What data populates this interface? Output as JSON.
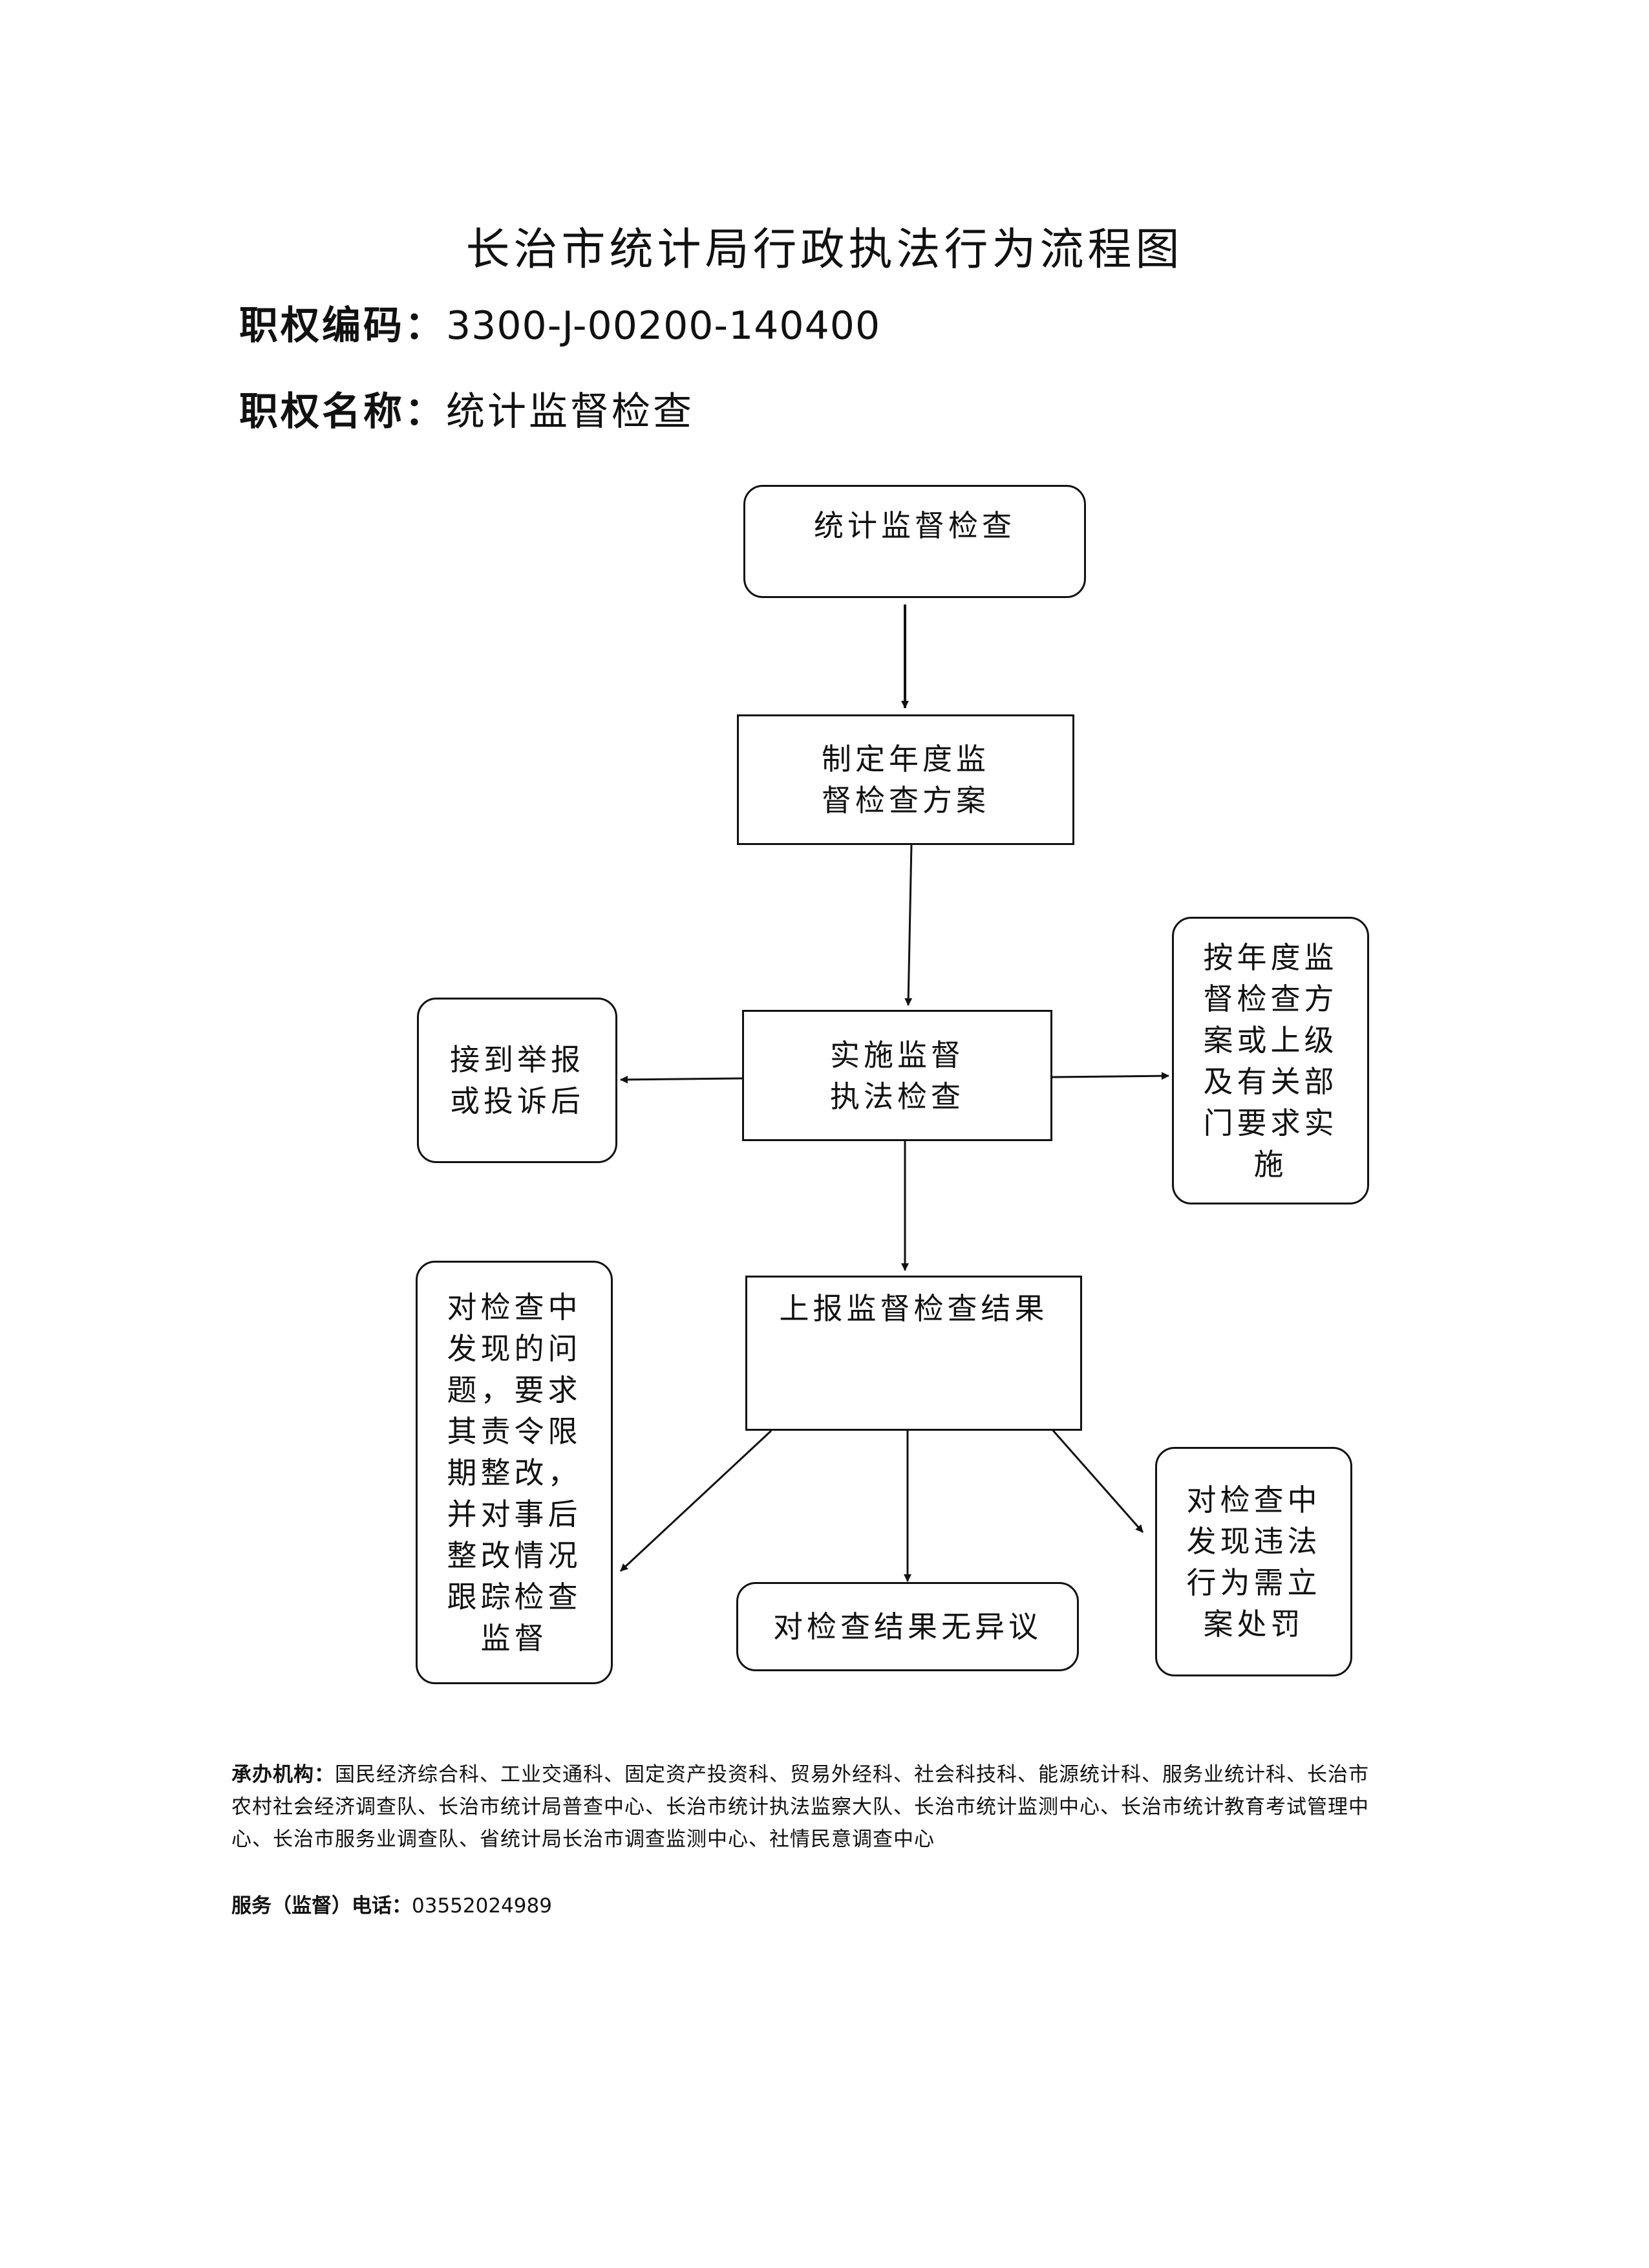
{
  "title": "长治市统计局行政执法行为流程图",
  "power_code": {
    "label": "职权编码：",
    "value": "3300-J-00200-140400"
  },
  "power_name": {
    "label": "职权名称：",
    "value": "统计监督检查"
  },
  "nodes": {
    "start": "统计监督检查",
    "plan": "制定年度监\n督检查方案",
    "implement": "实施监督\n执法检查",
    "report_complaint": "接到举报\n或投诉后",
    "per_plan": "按年度监\n督检查方\n案或上级\n及有关部\n门要求实\n施",
    "report_results": "上报监督检查结果",
    "rectify": "对检查中\n发现的问\n题，要求\n其责令限\n期整改，\n并对事后\n整改情况\n跟踪检查\n监督",
    "no_objection": "对检查结果无异议",
    "penalty": "对检查中\n发现违法\n行为需立\n案处罚"
  },
  "footer": {
    "org_label": "承办机构：",
    "org_text": "国民经济综合科、工业交通科、固定资产投资科、贸易外经科、社会科技科、能源统计科、服务业统计科、长治市农村社会经济调查队、长治市统计局普查中心、长治市统计执法监察大队、长治市统计监测中心、长治市统计教育考试管理中心、长治市服务业调查队、省统计局长治市调查监测中心、社情民意调查中心",
    "phone_label": "服务（监督）电话：",
    "phone_value": "03552024989"
  }
}
